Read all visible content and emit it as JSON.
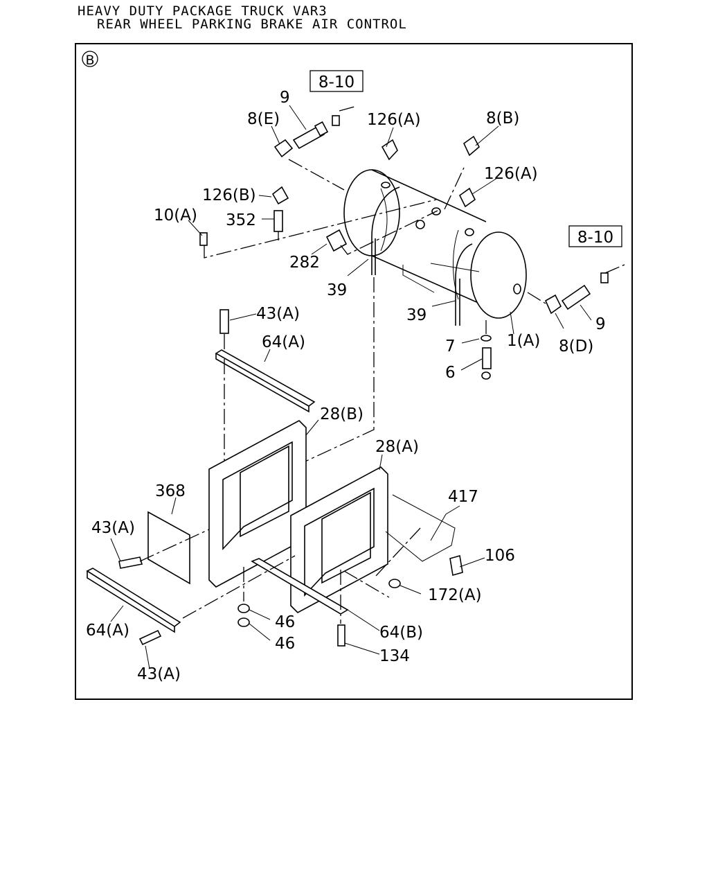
{
  "header": {
    "line1": "HEAVY DUTY PACKAGE TRUCK VAR3",
    "line2": "REAR WHEEL PARKING BRAKE AIR CONTROL"
  },
  "diagram": {
    "section_marker": "B",
    "ref_boxes": [
      "8-10",
      "8-10"
    ],
    "callouts": {
      "c9_top": "9",
      "c8e": "8(E)",
      "c126a_top": "126(A)",
      "c8b": "8(B)",
      "c126a_right": "126(A)",
      "c126b": "126(B)",
      "c10a": "10(A)",
      "c352": "352",
      "c282": "282",
      "c39_left": "39",
      "c39_right": "39",
      "c9_right": "9",
      "c8d": "8(D)",
      "c1a": "1(A)",
      "c7": "7",
      "c6": "6",
      "c43a_top": "43(A)",
      "c64a_top": "64(A)",
      "c28b": "28(B)",
      "c28a": "28(A)",
      "c368": "368",
      "c417": "417",
      "c43a_left": "43(A)",
      "c106": "106",
      "c172a": "172(A)",
      "c46_a": "46",
      "c46_b": "46",
      "c64a_bottom": "64(A)",
      "c64b": "64(B)",
      "c134": "134",
      "c43a_bottom": "43(A)"
    }
  }
}
